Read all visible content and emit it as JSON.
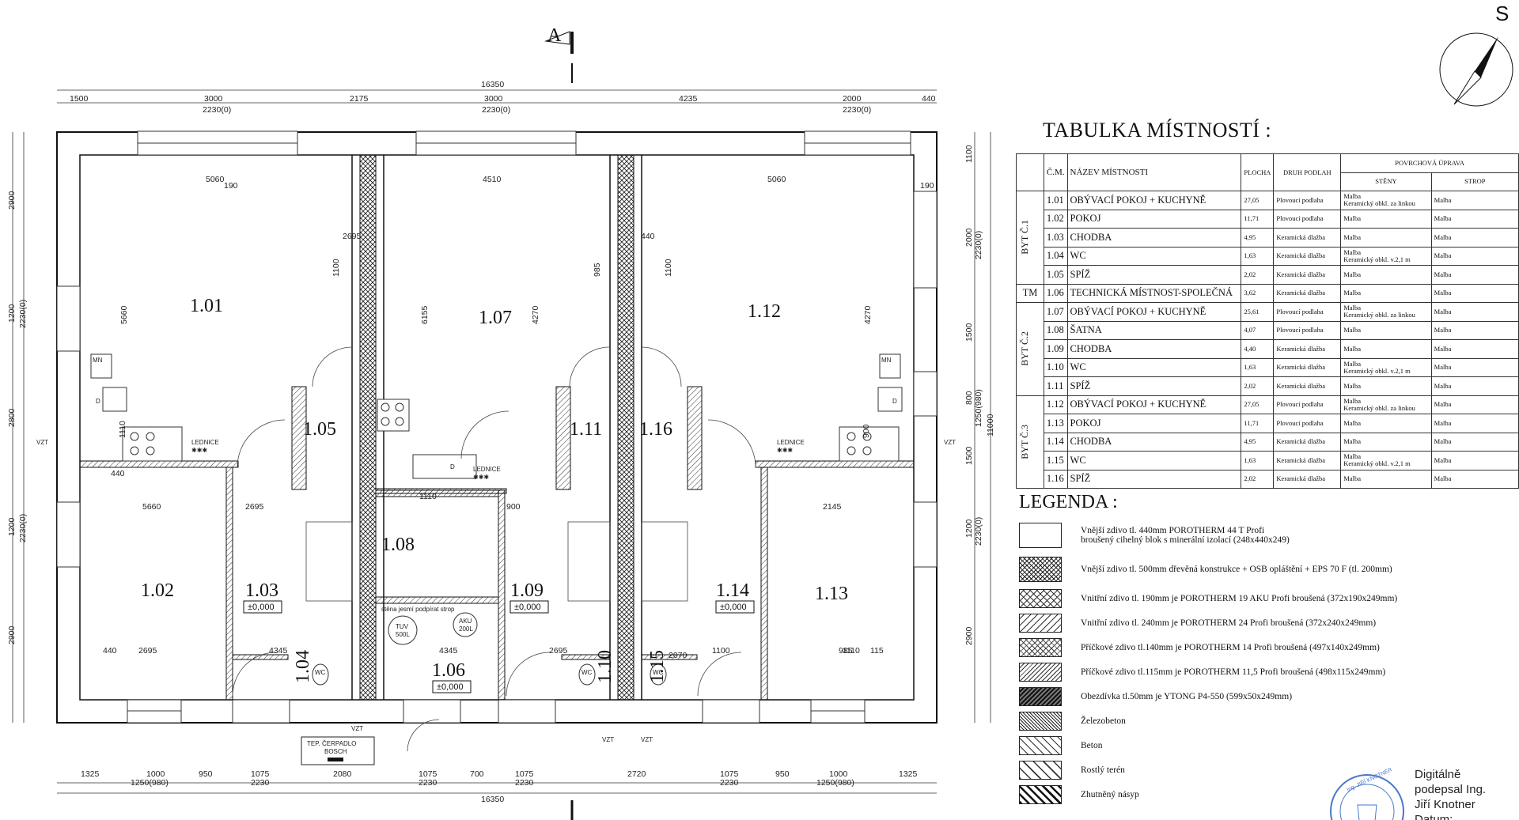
{
  "plan": {
    "north_label": "S",
    "section_label": "A",
    "dims_top_total": "16350",
    "dims_top": [
      "1500",
      "3000",
      "2175",
      "3000",
      "4235",
      "2000",
      "440"
    ],
    "dims_top_sub": [
      "2230(0)",
      "2230(0)",
      "2230(0)"
    ],
    "dims_bottom_total": "16350",
    "dims_bottom": [
      "1325",
      "1000",
      "950",
      "1075",
      "2080",
      "1075",
      "700",
      "1075",
      "2720",
      "1075",
      "950",
      "1000",
      "1325"
    ],
    "dims_bottom_sub": [
      "1250(980)",
      "2230",
      "2230",
      "2230",
      "2230",
      "1250(980)"
    ],
    "dims_left": [
      "2900",
      "1200",
      "2800",
      "1200",
      "2900"
    ],
    "dims_left_sub": [
      "2230(0)",
      "2230(0)"
    ],
    "dims_right": [
      "1100",
      "2000",
      "1500",
      "800",
      "1500",
      "1200",
      "2900"
    ],
    "dims_right_sub": [
      "2230(0)",
      "1250(980)",
      "2230(0)"
    ],
    "dims_right_total": "11000",
    "interior_dims": [
      "5060",
      "4510",
      "5060",
      "5660",
      "6155",
      "4270",
      "4270",
      "5660",
      "2695",
      "1110",
      "900",
      "2145",
      "1110",
      "900",
      "1110",
      "2695",
      "4345",
      "4345",
      "2695",
      "1100",
      "985",
      "2070",
      "1100",
      "985",
      "1100",
      "2695",
      "440",
      "190",
      "190",
      "440",
      "440",
      "115"
    ],
    "rooms": [
      {
        "id": "1.01"
      },
      {
        "id": "1.07"
      },
      {
        "id": "1.12"
      },
      {
        "id": "1.05"
      },
      {
        "id": "1.11"
      },
      {
        "id": "1.16"
      },
      {
        "id": "1.08"
      },
      {
        "id": "1.02"
      },
      {
        "id": "1.03"
      },
      {
        "id": "1.09"
      },
      {
        "id": "1.14"
      },
      {
        "id": "1.13"
      },
      {
        "id": "1.04"
      },
      {
        "id": "1.06"
      },
      {
        "id": "1.10"
      },
      {
        "id": "1.15"
      }
    ],
    "level_tag": "±0,000",
    "labels": {
      "lednice": "LEDNICE",
      "stars": "✱✱✱",
      "mn": "MN",
      "d": "D",
      "vzt": "VZT",
      "tuv": "TUV",
      "tuv_vol": "500L",
      "aku": "AKU",
      "aku_vol": "200L",
      "wc": "WC",
      "heat_pump": "TEP. ČERPADLO",
      "heat_pump_brand": "BOSCH",
      "beam_note": "stěna jesmí podpírat strop"
    }
  },
  "room_table": {
    "title": "TABULKA MÍSTNOSTÍ :",
    "headers": {
      "cm": "Č.M.",
      "name": "NÁZEV MÍSTNOSTI",
      "area": "PLOCHA",
      "floor": "DRUH PODLAH",
      "surface": "POVRCHOVÁ ÚPRAVA",
      "walls": "STĚNY",
      "ceiling": "STROP"
    },
    "groups": [
      {
        "label": "BYT Č.1",
        "rows": [
          {
            "no": "1.01",
            "name": "OBÝVACÍ POKOJ + KUCHYNĚ",
            "area": "27,05",
            "floor": "Plovoucí podlaha",
            "walls": "Malba\nKeramický obkl. za linkou",
            "ceiling": "Malba"
          },
          {
            "no": "1.02",
            "name": "POKOJ",
            "area": "11,71",
            "floor": "Plovoucí podlaha",
            "walls": "Malba",
            "ceiling": "Malba"
          },
          {
            "no": "1.03",
            "name": "CHODBA",
            "area": "4,95",
            "floor": "Keramická dlažba",
            "walls": "Malba",
            "ceiling": "Malba"
          },
          {
            "no": "1.04",
            "name": "WC",
            "area": "1,63",
            "floor": "Keramická dlažba",
            "walls": "Malba\nKeramický obkl. v.2,1 m",
            "ceiling": "Malba"
          },
          {
            "no": "1.05",
            "name": "SPÍŽ",
            "area": "2,02",
            "floor": "Keramická dlažba",
            "walls": "Malba",
            "ceiling": "Malba"
          }
        ]
      },
      {
        "label": "TM",
        "rows": [
          {
            "no": "1.06",
            "name": "TECHNICKÁ MÍSTNOST-SPOLEČNÁ",
            "area": "3,62",
            "floor": "Keramická dlažba",
            "walls": "Malba",
            "ceiling": "Malba"
          }
        ]
      },
      {
        "label": "BYT Č.2",
        "rows": [
          {
            "no": "1.07",
            "name": "OBÝVACÍ POKOJ + KUCHYNĚ",
            "area": "25,61",
            "floor": "Plovoucí podlaha",
            "walls": "Malba\nKeramický obkl. za linkou",
            "ceiling": "Malba"
          },
          {
            "no": "1.08",
            "name": "ŠATNA",
            "area": "4,07",
            "floor": "Plovoucí podlaha",
            "walls": "Malba",
            "ceiling": "Malba"
          },
          {
            "no": "1.09",
            "name": "CHODBA",
            "area": "4,40",
            "floor": "Keramická dlažba",
            "walls": "Malba",
            "ceiling": "Malba"
          },
          {
            "no": "1.10",
            "name": "WC",
            "area": "1,63",
            "floor": "Keramická dlažba",
            "walls": "Malba\nKeramický obkl. v.2,1 m",
            "ceiling": "Malba"
          },
          {
            "no": "1.11",
            "name": "SPÍŽ",
            "area": "2,02",
            "floor": "Keramická dlažba",
            "walls": "Malba",
            "ceiling": "Malba"
          }
        ]
      },
      {
        "label": "BYT Č.3",
        "rows": [
          {
            "no": "1.12",
            "name": "OBÝVACÍ POKOJ + KUCHYNĚ",
            "area": "27,05",
            "floor": "Plovoucí podlaha",
            "walls": "Malba\nKeramický obkl. za linkou",
            "ceiling": "Malba"
          },
          {
            "no": "1.13",
            "name": "POKOJ",
            "area": "11,71",
            "floor": "Plovoucí podlaha",
            "walls": "Malba",
            "ceiling": "Malba"
          },
          {
            "no": "1.14",
            "name": "CHODBA",
            "area": "4,95",
            "floor": "Keramická dlažba",
            "walls": "Malba",
            "ceiling": "Malba"
          },
          {
            "no": "1.15",
            "name": "WC",
            "area": "1,63",
            "floor": "Keramická dlažba",
            "walls": "Malba\nKeramický obkl. v.2,1 m",
            "ceiling": "Malba"
          },
          {
            "no": "1.16",
            "name": "SPÍŽ",
            "area": "2,02",
            "floor": "Keramická dlažba",
            "walls": "Malba",
            "ceiling": "Malba"
          }
        ]
      }
    ]
  },
  "legend": {
    "title": "LEGENDA :",
    "items": [
      {
        "pattern": "blank",
        "text": "Vnější zdivo tl. 440mm POROTHERM 44 T Profi\nbroušený cihelný blok s minerální izolací (248x440x249)"
      },
      {
        "pattern": "crosshatch-dense",
        "text": "Vnější zdivo tl. 500mm dřevěná konstrukce + OSB opláštění + EPS 70 F (tl. 200mm)"
      },
      {
        "pattern": "crosshatch",
        "text": "Vnitřní zdivo tl. 190mm je POROTHERM 19 AKU Profi broušená (372x190x249mm)"
      },
      {
        "pattern": "hatch-right",
        "text": "Vnitřní zdivo tl. 240mm je POROTHERM 24 Profi broušená (372x240x249mm)"
      },
      {
        "pattern": "crosshatch-fine",
        "text": "Příčkové zdivo tl.140mm je POROTHERM 14 Profi broušená (497x140x249mm)"
      },
      {
        "pattern": "hatch-fine",
        "text": "Příčkové zdivo tl.115mm je POROTHERM 11,5 Profi broušená (498x115x249mm)"
      },
      {
        "pattern": "solid-dark",
        "text": "Obezdívka tl.50mm je YTONG P4-550 (599x50x249mm)"
      },
      {
        "pattern": "hatch-dense",
        "text": "Železobeton"
      },
      {
        "pattern": "hatch-left",
        "text": "Beton"
      },
      {
        "pattern": "hatch-wide",
        "text": "Rostlý terén"
      },
      {
        "pattern": "hatch-heavy",
        "text": "Zhutněný násyp"
      }
    ]
  },
  "signature": {
    "lines": [
      "Digitálně",
      "podepsal Ing.",
      "Jiří Knotner",
      "Datum:"
    ],
    "stamp_text": "Ing. JIŘÍ KNOTNER"
  }
}
